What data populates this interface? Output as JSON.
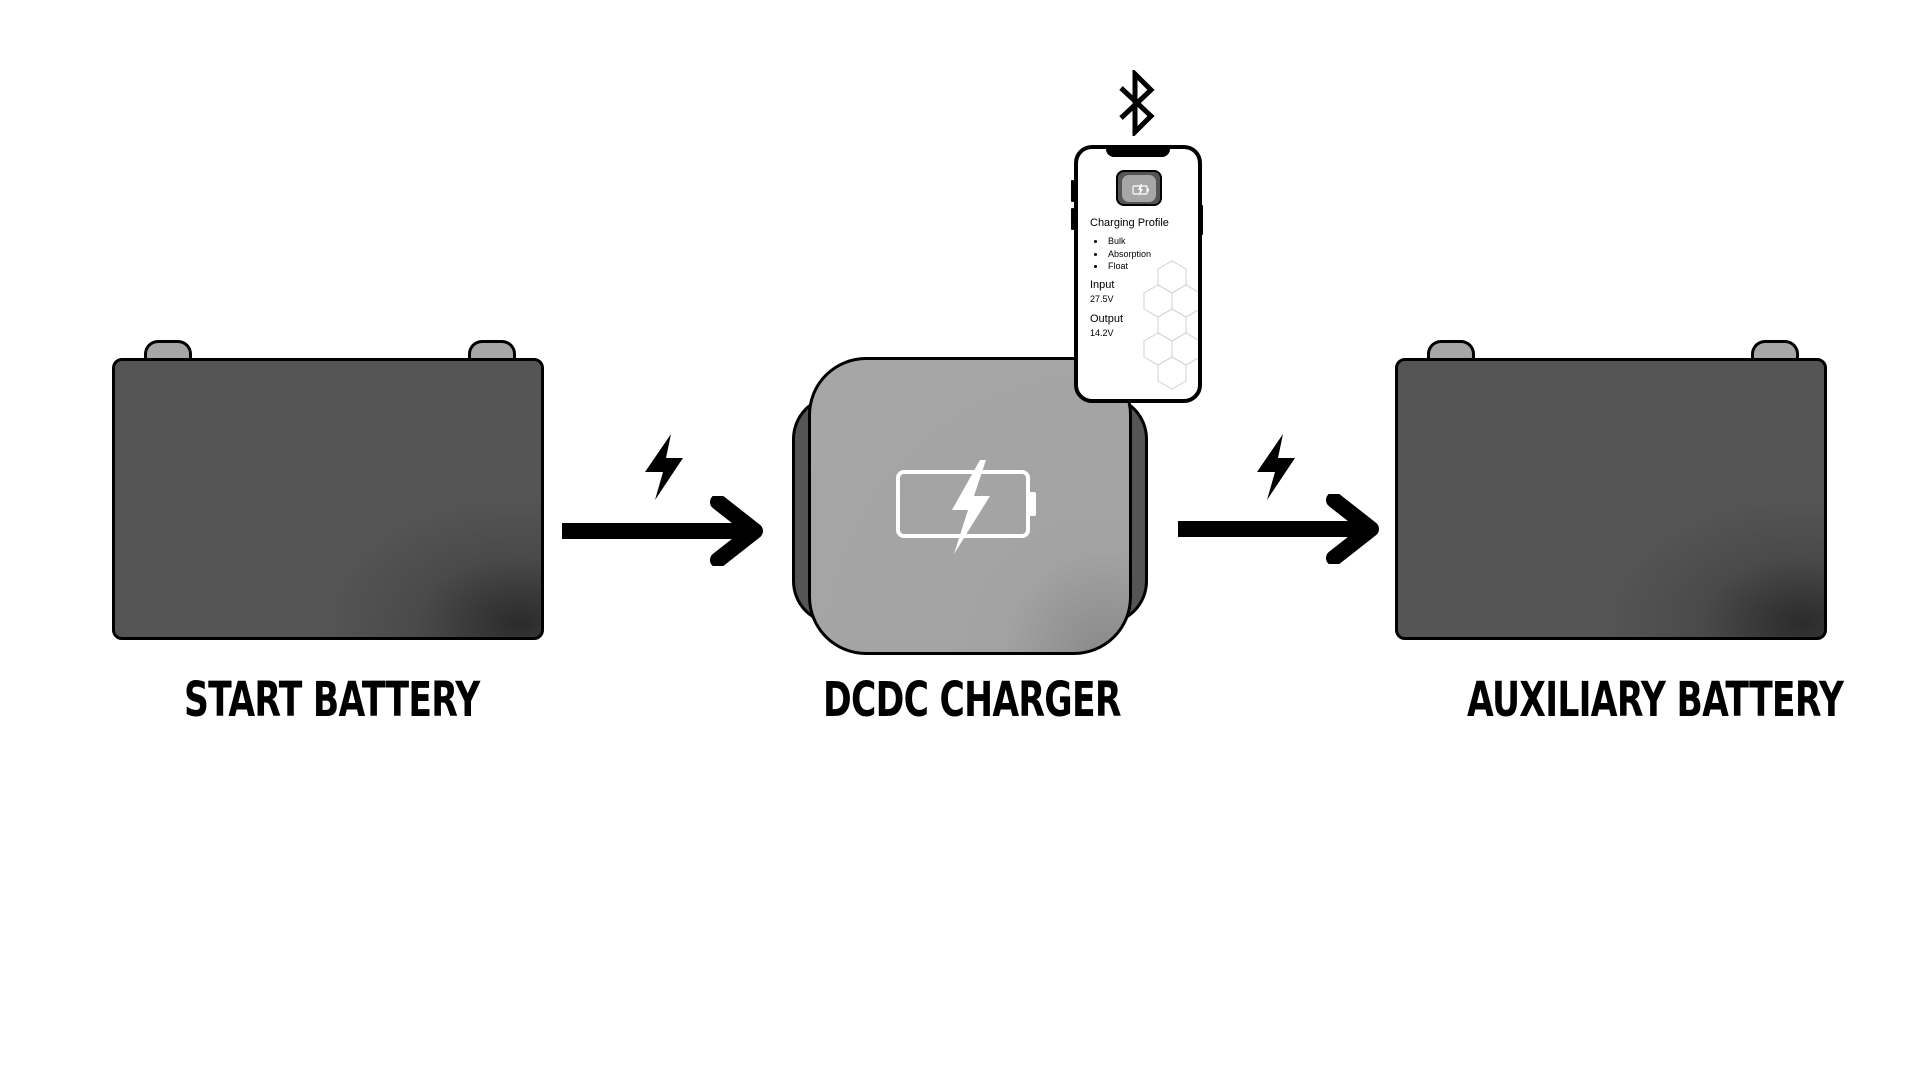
{
  "diagram": {
    "nodes": {
      "start_battery": {
        "label": "START BATTERY"
      },
      "dcdc_charger": {
        "label": "DCDC CHARGER"
      },
      "auxiliary_battery": {
        "label": "AUXILIARY BATTERY"
      }
    },
    "phone_app": {
      "section_title": "Charging Profile",
      "stages": [
        "Bulk",
        "Absorption",
        "Float"
      ],
      "input_label": "Input",
      "input_value": "27.5V",
      "output_label": "Output",
      "output_value": "14.2V"
    },
    "icons": {
      "connectivity": "bluetooth-icon",
      "charger_symbol": "battery-charging-icon",
      "flow_symbol": "lightning-bolt-icon",
      "flow_arrow": "arrow-right-icon"
    },
    "colors": {
      "battery_body": "#555555",
      "battery_terminal": "#a6a6a6",
      "charger_face": "#a6a6a6",
      "outline": "#000000",
      "background": "#ffffff"
    }
  }
}
